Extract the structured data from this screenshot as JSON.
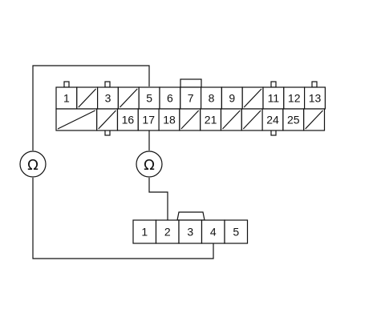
{
  "connector_top": {
    "row1": [
      "1",
      "",
      "3",
      "",
      "5",
      "6",
      "7",
      "8",
      "9",
      "",
      "11",
      "12",
      "13"
    ],
    "row2": [
      "",
      "",
      "16",
      "17",
      "18",
      "",
      "21",
      "",
      "",
      "24",
      "25",
      ""
    ]
  },
  "connector_bottom": {
    "pins": [
      "1",
      "2",
      "3",
      "4",
      "5"
    ]
  },
  "meters": [
    {
      "symbol": "Ω"
    },
    {
      "symbol": "Ω"
    }
  ],
  "colors": {
    "line": "#111111",
    "background": "#ffffff"
  }
}
